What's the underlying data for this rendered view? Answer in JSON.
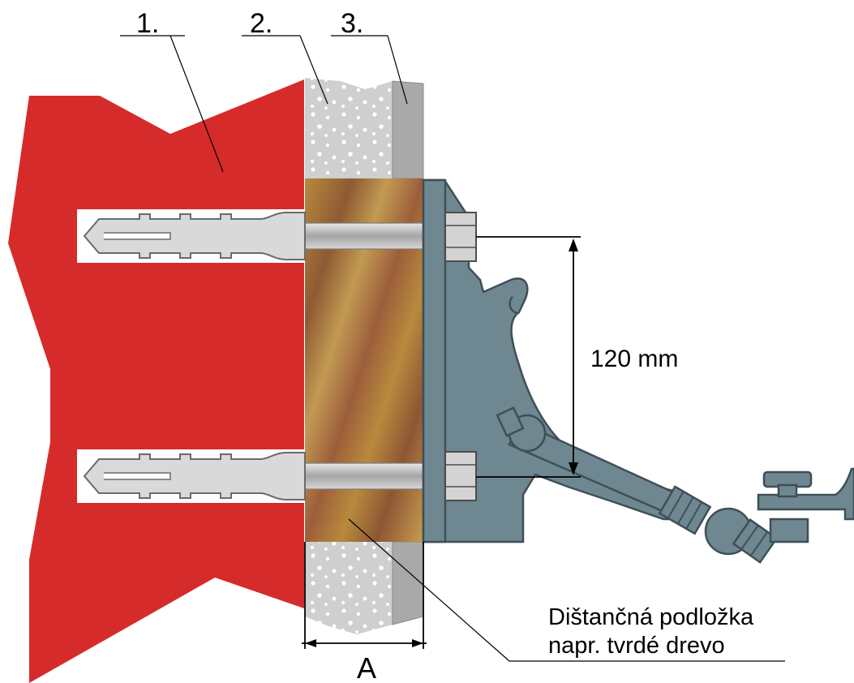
{
  "labels": {
    "wall": "1.",
    "insulation": "2.",
    "render": "3.",
    "spacing": "120 mm",
    "thickness": "A",
    "spacer_line1": "Dištančná podložka",
    "spacer_line2": "napr. tvrdé drevo"
  },
  "colors": {
    "wall": "#d62b2b",
    "insulation": "#d0d0d0",
    "render": "#a9a9a9",
    "spacer_wood": "#b5813c",
    "bracket": "#6e8791",
    "anchor": "#d8d8d8",
    "bolt": "#b4b4b4"
  }
}
